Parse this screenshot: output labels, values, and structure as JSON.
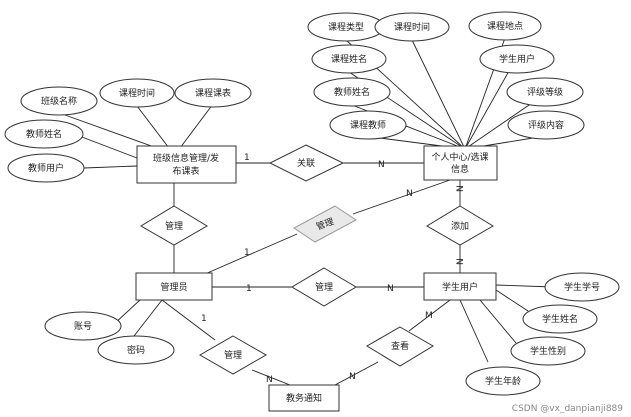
{
  "entities": {
    "class_info": [
      "班级信息管理/发",
      "布课表"
    ],
    "personal_center": [
      "个人中心/选课",
      "信息"
    ],
    "admin": "管理员",
    "student_user": "学生用户",
    "notice": "教务通知"
  },
  "relationships": {
    "associate": "关联",
    "manage_class": "管理",
    "manage_center": "管理",
    "add": "添加",
    "manage_student": "管理",
    "manage_notice": "管理",
    "view": "查看"
  },
  "attributes": {
    "class_name": "班级名称",
    "class_time": "课程时间",
    "class_schedule": "课程课表",
    "class_teacher_name": "教师姓名",
    "class_teacher_user": "教师用户",
    "course_type": "课程类型",
    "center_course_time": "课程时间",
    "course_location": "课程地点",
    "course_name": "课程姓名",
    "center_student_user": "学生用户",
    "center_teacher_name": "教师姓名",
    "rating_level": "评级等级",
    "course_teacher": "课程教师",
    "rating_content": "评级内容",
    "account": "账号",
    "password": "密码",
    "student_id": "学生学号",
    "student_name": "学生姓名",
    "student_gender": "学生性别",
    "student_age": "学生年龄"
  },
  "cardinalities": {
    "class_assoc": "1",
    "assoc_center": "N",
    "center_manage": "N",
    "manage_admin": "1",
    "center_add": "N",
    "add_student": "N",
    "admin_manage": "1",
    "manage_student": "N",
    "admin_manage_notice": "1",
    "manage_notice": "N",
    "view_notice": "N",
    "student_view": "M"
  },
  "watermark": "CSDN @vx_danpianji889"
}
